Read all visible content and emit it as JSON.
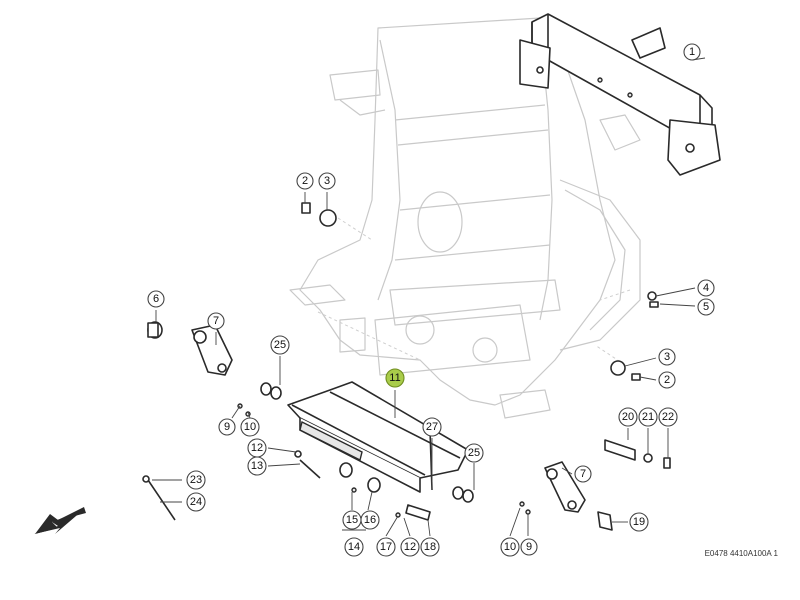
{
  "drawing_code": "E0478 4410A100A 1",
  "highlight_color": "#a9cc4a",
  "callouts": [
    {
      "id": "c1",
      "label": "1",
      "highlight": false
    },
    {
      "id": "c2a",
      "label": "2",
      "highlight": false
    },
    {
      "id": "c3a",
      "label": "3",
      "highlight": false
    },
    {
      "id": "c4",
      "label": "4",
      "highlight": false
    },
    {
      "id": "c5",
      "label": "5",
      "highlight": false
    },
    {
      "id": "c3b",
      "label": "3",
      "highlight": false
    },
    {
      "id": "c2b",
      "label": "2",
      "highlight": false
    },
    {
      "id": "c6",
      "label": "6",
      "highlight": false
    },
    {
      "id": "c7a",
      "label": "7",
      "highlight": false
    },
    {
      "id": "c25a",
      "label": "25",
      "highlight": false
    },
    {
      "id": "c11",
      "label": "11",
      "highlight": true
    },
    {
      "id": "c9a",
      "label": "9",
      "highlight": false
    },
    {
      "id": "c10a",
      "label": "10",
      "highlight": false
    },
    {
      "id": "c12a",
      "label": "12",
      "highlight": false
    },
    {
      "id": "c13",
      "label": "13",
      "highlight": false
    },
    {
      "id": "c27",
      "label": "27",
      "highlight": false
    },
    {
      "id": "c25b",
      "label": "25",
      "highlight": false
    },
    {
      "id": "c20",
      "label": "20",
      "highlight": false
    },
    {
      "id": "c21",
      "label": "21",
      "highlight": false
    },
    {
      "id": "c22",
      "label": "22",
      "highlight": false
    },
    {
      "id": "c7b",
      "label": "7",
      "highlight": false
    },
    {
      "id": "c23",
      "label": "23",
      "highlight": false
    },
    {
      "id": "c24",
      "label": "24",
      "highlight": false
    },
    {
      "id": "c15",
      "label": "15",
      "highlight": false
    },
    {
      "id": "c16",
      "label": "16",
      "highlight": false
    },
    {
      "id": "c14",
      "label": "14",
      "highlight": false
    },
    {
      "id": "c17",
      "label": "17",
      "highlight": false
    },
    {
      "id": "c12b",
      "label": "12",
      "highlight": false
    },
    {
      "id": "c18",
      "label": "18",
      "highlight": false
    },
    {
      "id": "c10b",
      "label": "10",
      "highlight": false
    },
    {
      "id": "c9b",
      "label": "9",
      "highlight": false
    },
    {
      "id": "c19",
      "label": "19",
      "highlight": false
    }
  ],
  "direction_arrow": "arrow-down-left-icon"
}
